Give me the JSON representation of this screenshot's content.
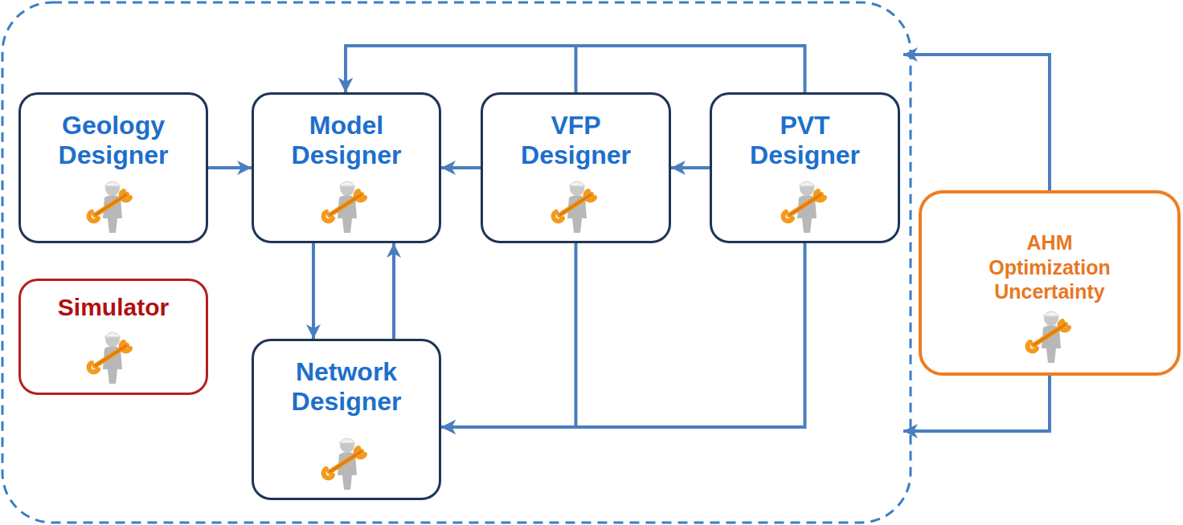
{
  "diagram": {
    "nodes": [
      {
        "text": [
          "Geology Designer"
        ]
      },
      {
        "text": [
          "Model Designer"
        ]
      },
      {
        "text": [
          "VFP Designer"
        ]
      },
      {
        "text": [
          "PVT Designer"
        ]
      },
      {
        "text": [
          "Simulator"
        ]
      },
      {
        "text": [
          "Network Designer"
        ]
      },
      {
        "text": [
          "AHM Optimization Uncertainty"
        ]
      }
    ],
    "edges": [
      {
        "from": 0,
        "to": 1,
        "arrow": "to"
      },
      {
        "from": 2,
        "to": 1,
        "arrow": "to"
      },
      {
        "from": 3,
        "to": 2,
        "arrow": "to"
      },
      {
        "from": 2,
        "to": 1,
        "arrow": "to"
      },
      {
        "from": 3,
        "to": 1,
        "arrow": "to"
      },
      {
        "from": 1,
        "to": 5,
        "arrow": "to"
      },
      {
        "from": 5,
        "to": 1,
        "arrow": "to"
      },
      {
        "from": 2,
        "to": 5,
        "arrow": "to"
      },
      {
        "from": 3,
        "to": 5,
        "arrow": "to"
      }
    ]
  }
}
